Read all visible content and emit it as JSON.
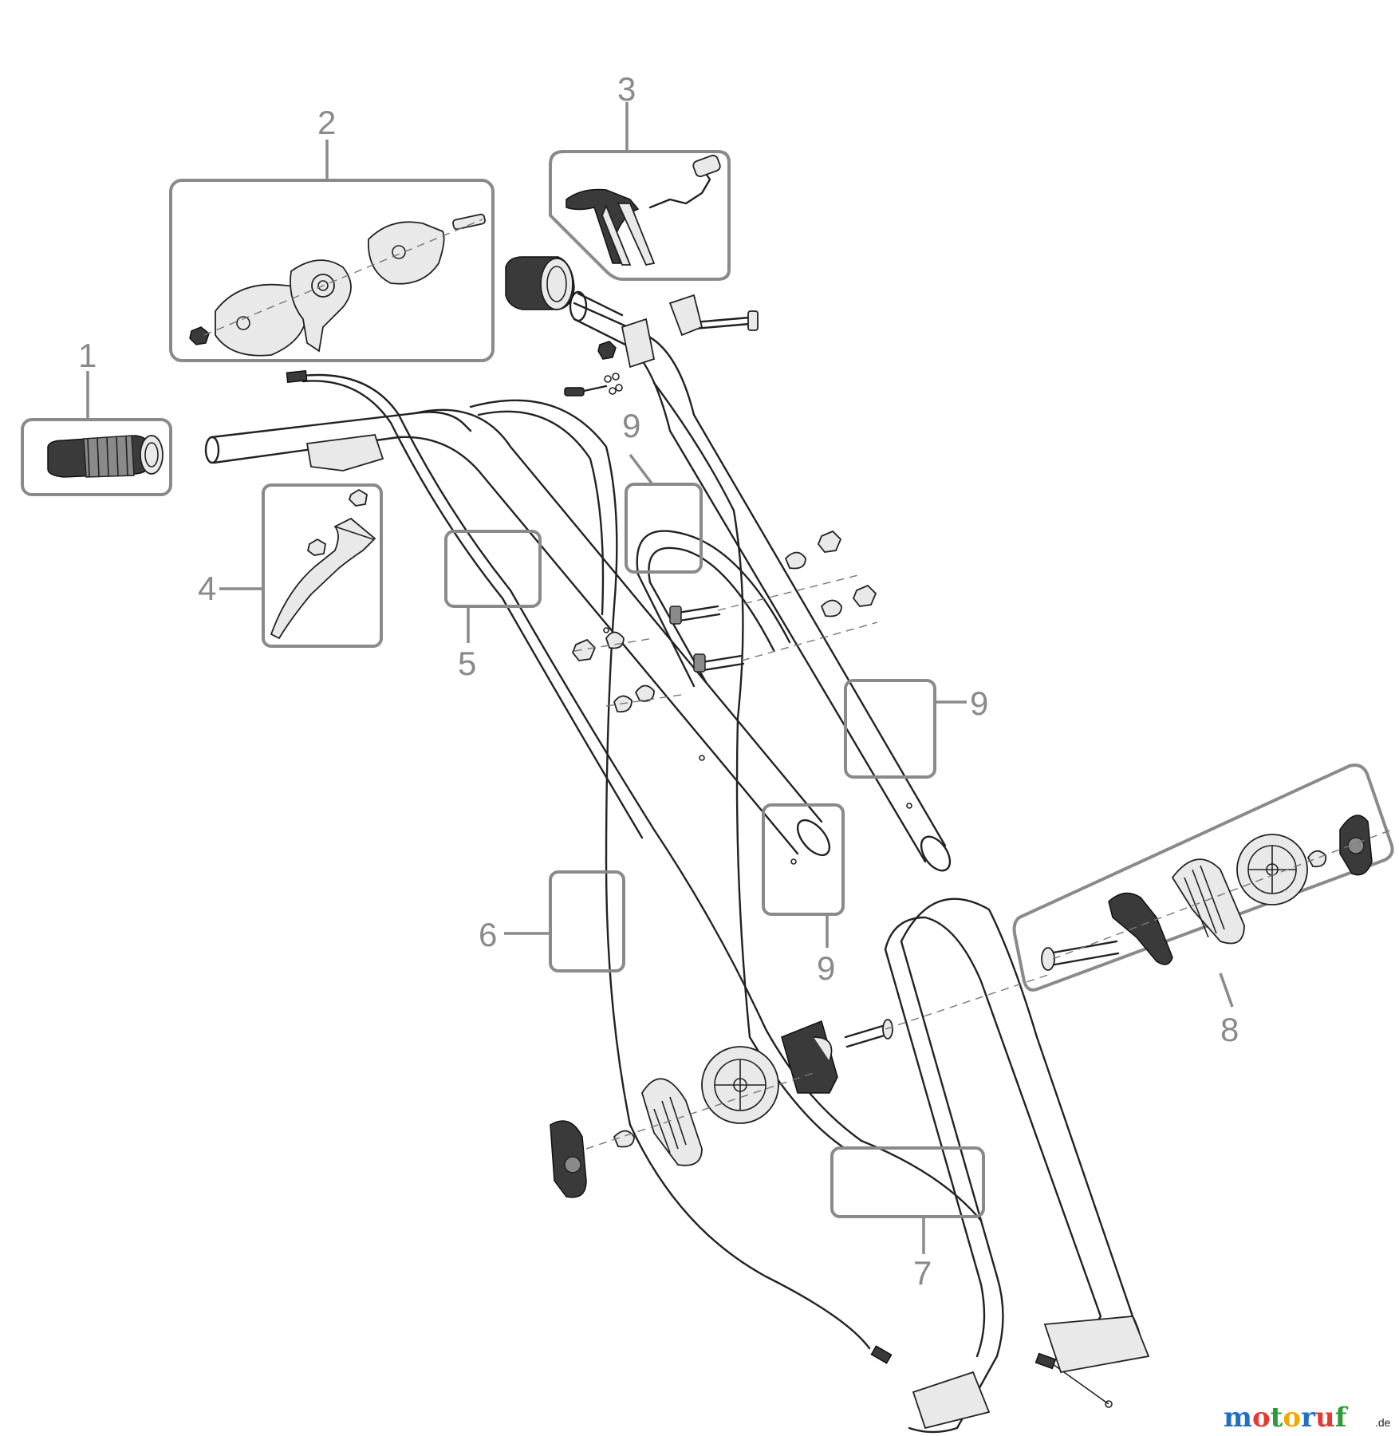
{
  "callouts": {
    "c1": "1",
    "c2": "2",
    "c3": "3",
    "c4": "4",
    "c5": "5",
    "c6": "6",
    "c7": "7",
    "c8": "8",
    "c9a": "9",
    "c9b": "9",
    "c9c": "9"
  },
  "watermark": {
    "m": "m",
    "o1": "o",
    "t": "t",
    "o2": "o",
    "r": "r",
    "u": "u",
    "f": "f",
    "tld": ".de",
    "colors": [
      "#1f6fc4",
      "#e53935",
      "#2e9b3a",
      "#f2a900",
      "#1f6fc4",
      "#e53935",
      "#2e9b3a"
    ]
  }
}
